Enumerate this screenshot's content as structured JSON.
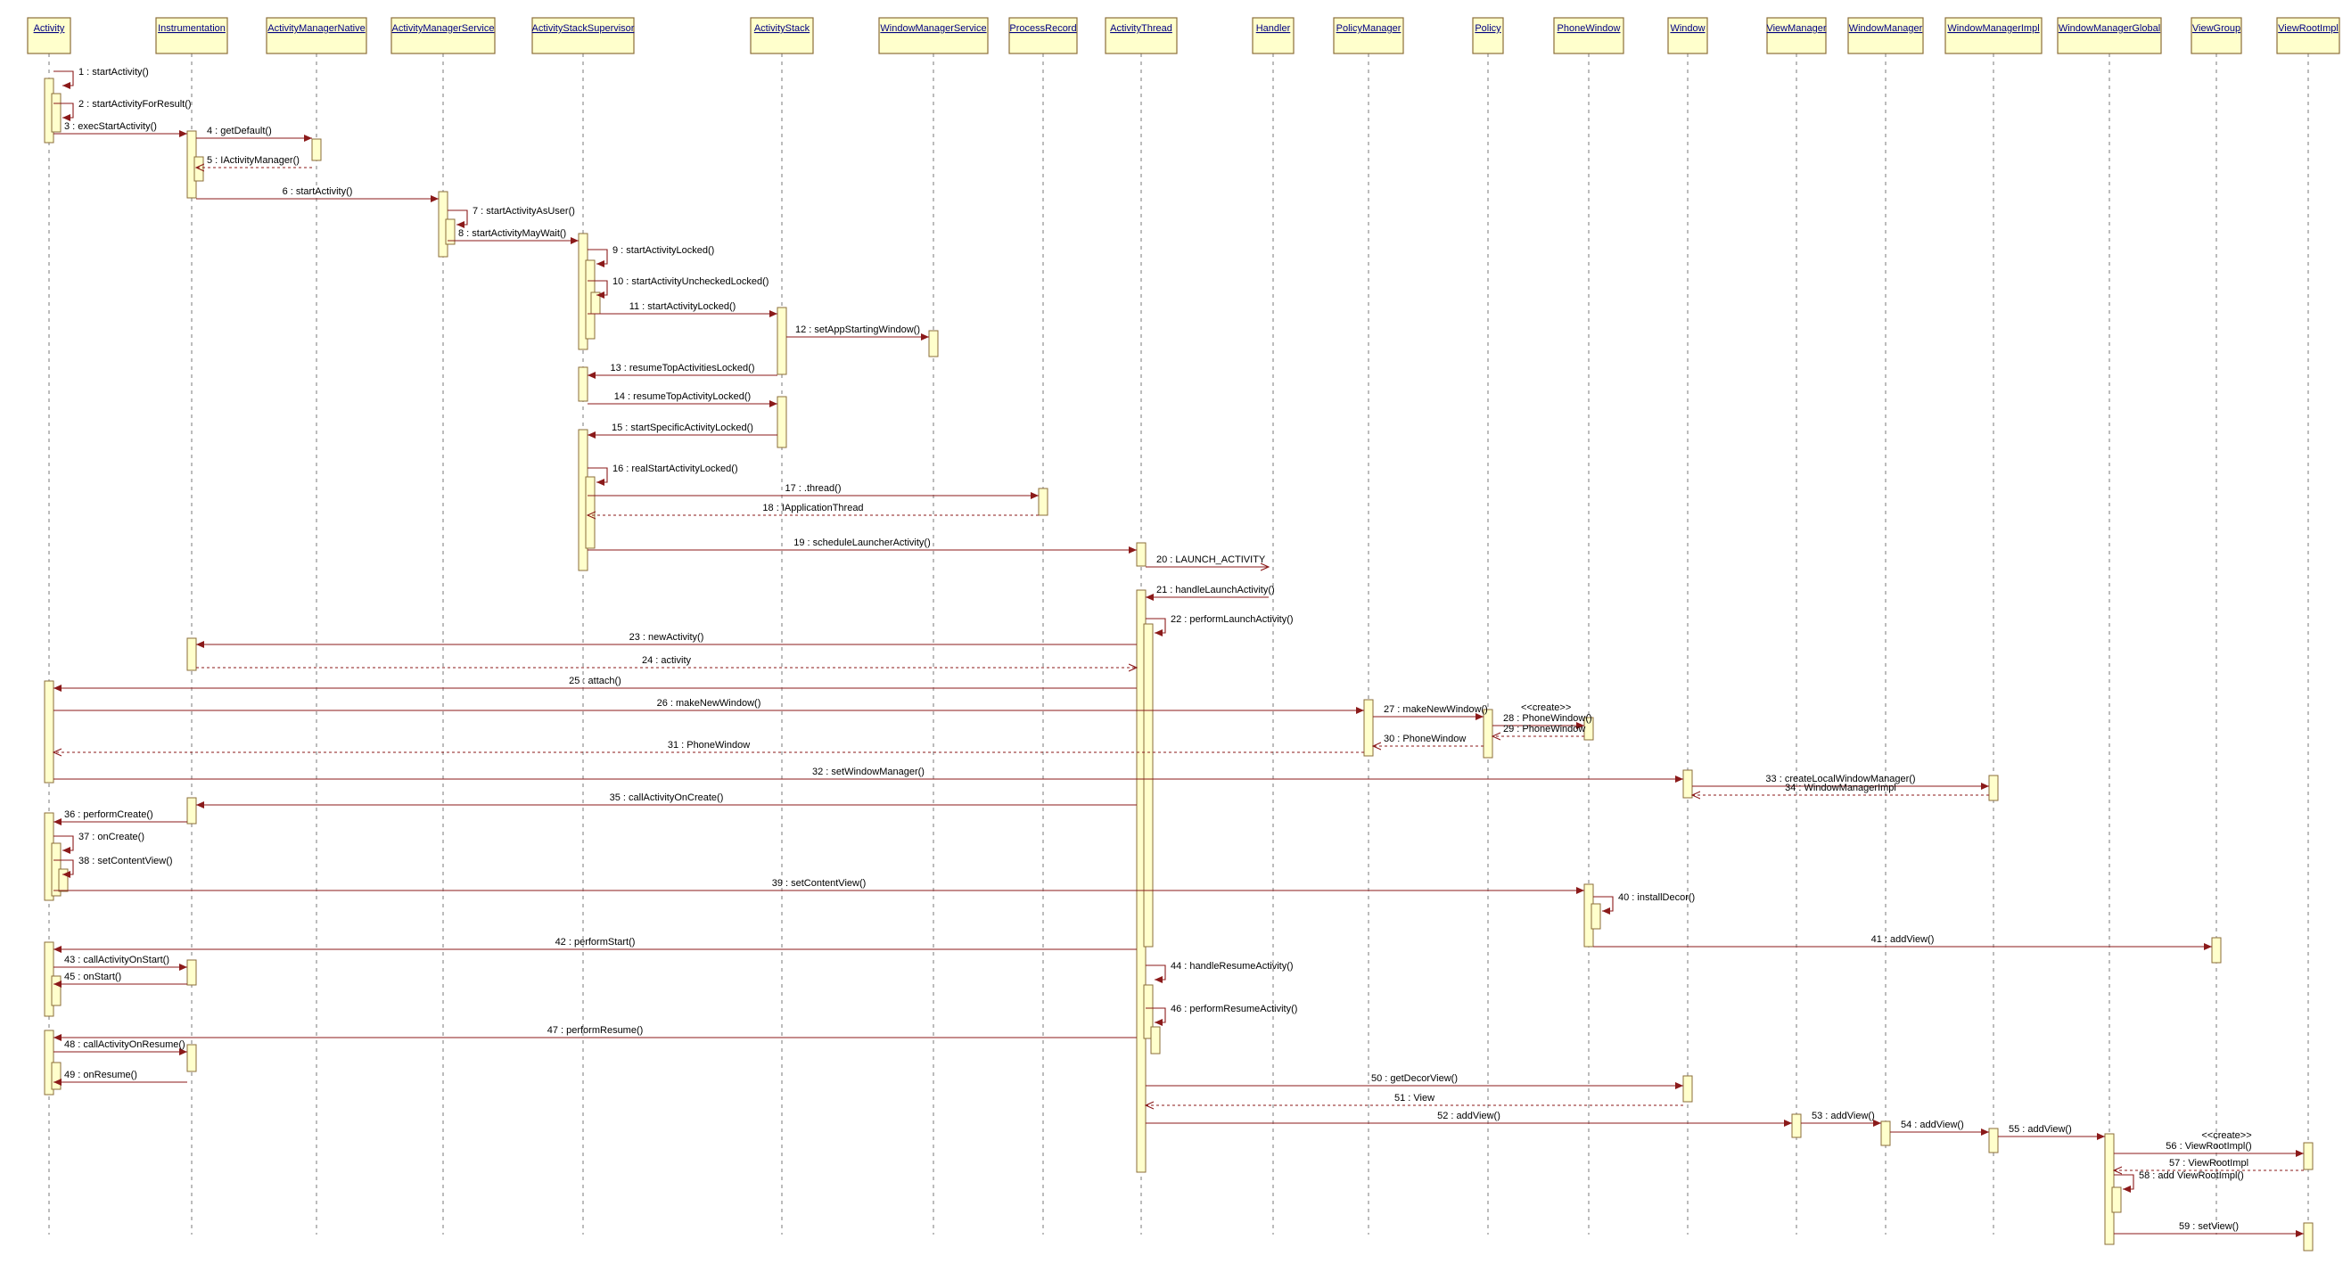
{
  "actors": [
    "Activity",
    "Instrumentation",
    "ActivityManagerNative",
    "ActivityManagerService",
    "ActivityStackSupervisor",
    "ActivityStack",
    "WindowManagerService",
    "ProcessRecord",
    "ActivityThread",
    "Handler",
    "PolicyManager",
    "Policy",
    "PhoneWindow",
    "Window",
    "ViewManager",
    "WindowManager",
    "WindowManagerImpl",
    "WindowManagerGlobal",
    "ViewGroup",
    "ViewRootImpl"
  ],
  "messages": [
    {
      "label": "1 : startActivity()",
      "from": 0,
      "to": 0
    },
    {
      "label": "2 : startActivityForResult()",
      "from": 0,
      "to": 0
    },
    {
      "label": "3 : execStartActivity()",
      "from": 0,
      "to": 1
    },
    {
      "label": "4 : getDefault()",
      "from": 1,
      "to": 2
    },
    {
      "label": "5 : IActivityManager()",
      "from": 2,
      "to": 1,
      "return": true
    },
    {
      "label": "6 : startActivity()",
      "from": 1,
      "to": 3
    },
    {
      "label": "7 : startActivityAsUser()",
      "from": 3,
      "to": 3
    },
    {
      "label": "8 : startActivityMayWait()",
      "from": 3,
      "to": 4
    },
    {
      "label": "9 : startActivityLocked()",
      "from": 4,
      "to": 4
    },
    {
      "label": "10 : startActivityUncheckedLocked()",
      "from": 4,
      "to": 4
    },
    {
      "label": "11 : startActivityLocked()",
      "from": 4,
      "to": 5
    },
    {
      "label": "12 : setAppStartingWindow()",
      "from": 5,
      "to": 6
    },
    {
      "label": "13 : resumeTopActivitiesLocked()",
      "from": 5,
      "to": 4
    },
    {
      "label": "14 : resumeTopActivityLocked()",
      "from": 4,
      "to": 5
    },
    {
      "label": "15 : startSpecificActivityLocked()",
      "from": 5,
      "to": 4
    },
    {
      "label": "16 : realStartActivityLocked()",
      "from": 4,
      "to": 4
    },
    {
      "label": "17 : .thread()",
      "from": 4,
      "to": 7
    },
    {
      "label": "18 : IApplicationThread",
      "from": 7,
      "to": 4,
      "return": true
    },
    {
      "label": "19 : scheduleLauncherActivity()",
      "from": 4,
      "to": 8
    },
    {
      "label": "20 : LAUNCH_ACTIVITY",
      "from": 8,
      "to": 9,
      "open": true
    },
    {
      "label": "21 : handleLaunchActivity()",
      "from": 9,
      "to": 8
    },
    {
      "label": "22 : performLaunchActivity()",
      "from": 8,
      "to": 8
    },
    {
      "label": "23 : newActivity()",
      "from": 8,
      "to": 1
    },
    {
      "label": "24 : activity",
      "from": 1,
      "to": 8,
      "return": true
    },
    {
      "label": "25 : attach()",
      "from": 8,
      "to": 0
    },
    {
      "label": "26 : makeNewWindow()",
      "from": 0,
      "to": 10
    },
    {
      "label": "27 : makeNewWindow()",
      "from": 10,
      "to": 11
    },
    {
      "label": "28 : PhoneWindow()",
      "from": 11,
      "to": 12,
      "stereo": "<<create>>"
    },
    {
      "label": "29 : PhoneWindow",
      "from": 12,
      "to": 11,
      "return": true
    },
    {
      "label": "30 : PhoneWindow",
      "from": 11,
      "to": 10,
      "return": true
    },
    {
      "label": "31 : PhoneWindow",
      "from": 10,
      "to": 0,
      "return": true
    },
    {
      "label": "32 : setWindowManager()",
      "from": 0,
      "to": 13
    },
    {
      "label": "33 : createLocalWindowManager()",
      "from": 13,
      "to": 16
    },
    {
      "label": "34 : WindowManagerImpl",
      "from": 16,
      "to": 13,
      "return": true
    },
    {
      "label": "35 : callActivityOnCreate()",
      "from": 8,
      "to": 1
    },
    {
      "label": "36 : performCreate()",
      "from": 1,
      "to": 0
    },
    {
      "label": "37 : onCreate()",
      "from": 0,
      "to": 0
    },
    {
      "label": "38 : setContentView()",
      "from": 0,
      "to": 0
    },
    {
      "label": "39 : setContentView()",
      "from": 0,
      "to": 12
    },
    {
      "label": "40 : installDecor()",
      "from": 12,
      "to": 12
    },
    {
      "label": "41 : addView()",
      "from": 12,
      "to": 18
    },
    {
      "label": "42 : performStart()",
      "from": 8,
      "to": 0
    },
    {
      "label": "43 : callActivityOnStart()",
      "from": 0,
      "to": 1
    },
    {
      "label": "44 : handleResumeActivity()",
      "from": 8,
      "to": 8
    },
    {
      "label": "45 : onStart()",
      "from": 1,
      "to": 0
    },
    {
      "label": "46 : performResumeActivity()",
      "from": 8,
      "to": 8
    },
    {
      "label": "47 : performResume()",
      "from": 8,
      "to": 0
    },
    {
      "label": "48 : callActivityOnResume()",
      "from": 0,
      "to": 1
    },
    {
      "label": "49 : onResume()",
      "from": 1,
      "to": 0
    },
    {
      "label": "50 : getDecorView()",
      "from": 8,
      "to": 13
    },
    {
      "label": "51 : View",
      "from": 13,
      "to": 8,
      "return": true
    },
    {
      "label": "52 : addView()",
      "from": 8,
      "to": 14
    },
    {
      "label": "53 : addView()",
      "from": 14,
      "to": 15
    },
    {
      "label": "54 : addView()",
      "from": 15,
      "to": 16
    },
    {
      "label": "55 : addView()",
      "from": 16,
      "to": 17
    },
    {
      "label": "56 : ViewRootImpl()",
      "from": 17,
      "to": 19,
      "stereo": "<<create>>"
    },
    {
      "label": "57 : ViewRootImpl",
      "from": 19,
      "to": 17,
      "return": true
    },
    {
      "label": "58 : add ViewRootImpl()",
      "from": 17,
      "to": 17
    },
    {
      "label": "59 : setView()",
      "from": 17,
      "to": 19
    }
  ]
}
